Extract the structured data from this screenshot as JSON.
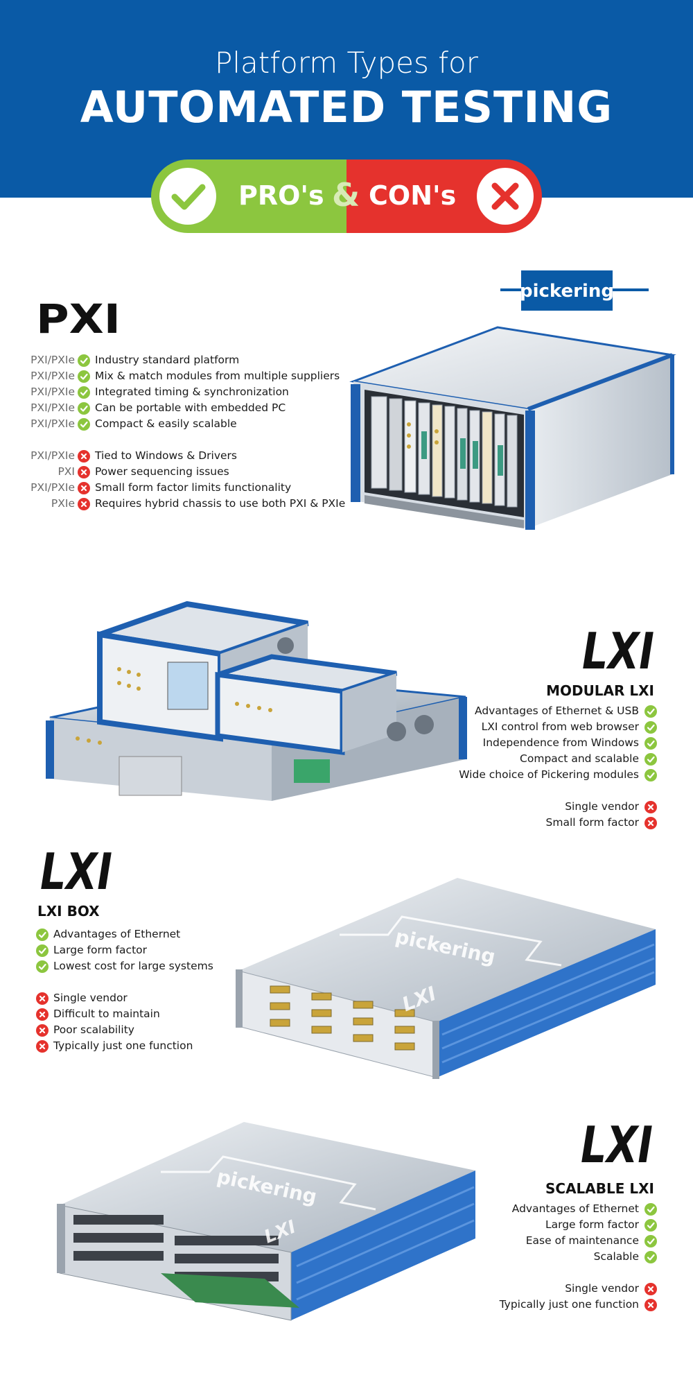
{
  "header": {
    "subtitle": "Platform Types for",
    "title": "AUTOMATED TESTING",
    "pros_label": "PRO's",
    "amp": "&",
    "cons_label": "CON's"
  },
  "brand": {
    "name": "pickering"
  },
  "colors": {
    "blue": "#0a5aa6",
    "pro_green": "#8cc63f",
    "con_red": "#e5322d"
  },
  "pxi": {
    "logo": "PXI",
    "pros": [
      {
        "prefix": "PXI/PXIe",
        "text": "Industry standard platform"
      },
      {
        "prefix": "PXI/PXIe",
        "text": "Mix & match modules from multiple suppliers"
      },
      {
        "prefix": "PXI/PXIe",
        "text": "Integrated timing & synchronization"
      },
      {
        "prefix": "PXI/PXIe",
        "text": "Can be portable with embedded PC"
      },
      {
        "prefix": "PXI/PXIe",
        "text": "Compact & easily scalable"
      }
    ],
    "cons": [
      {
        "prefix": "PXI/PXIe",
        "text": "Tied to Windows & Drivers"
      },
      {
        "prefix": "PXI",
        "text": "Power sequencing issues"
      },
      {
        "prefix": "PXI/PXIe",
        "text": "Small form factor limits functionality"
      },
      {
        "prefix": "PXIe",
        "text": "Requires hybrid chassis to use both PXI & PXIe"
      }
    ]
  },
  "modular_lxi": {
    "logo": "LXI",
    "title": "MODULAR LXI",
    "pros": [
      "Advantages of Ethernet & USB",
      "LXI control from web browser",
      "Independence from Windows",
      "Compact and scalable",
      "Wide choice of Pickering modules"
    ],
    "cons": [
      "Single vendor",
      "Small form factor"
    ]
  },
  "lxi_box": {
    "logo": "LXI",
    "title": "LXI BOX",
    "pros": [
      "Advantages of Ethernet",
      "Large form factor",
      "Lowest cost for large systems"
    ],
    "cons": [
      "Single vendor",
      "Difficult to maintain",
      "Poor scalability",
      "Typically just one function"
    ],
    "device_logo": "pickering",
    "device_lxi": "LXI"
  },
  "scalable_lxi": {
    "logo": "LXI",
    "title": "SCALABLE LXI",
    "pros": [
      "Advantages of Ethernet",
      "Large form factor",
      "Ease of maintenance",
      "Scalable"
    ],
    "cons": [
      "Single vendor",
      "Typically just one function"
    ],
    "device_logo": "pickering",
    "device_lxi": "LXI"
  }
}
